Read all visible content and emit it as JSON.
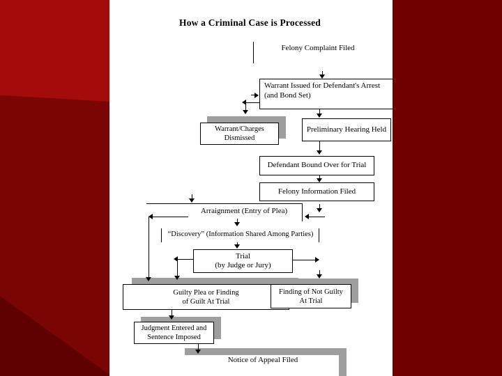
{
  "title": "How a Criminal Case is Processed",
  "nodes": {
    "felony_complaint": {
      "text": "Felony Complaint Filed"
    },
    "warrant": {
      "text": "Warrant Issued for Defendant's Arrest\n(and Bond Set)"
    },
    "dismissed": {
      "text": "Warrant/Charges\nDismissed"
    },
    "preliminary": {
      "text": "Preliminary Hearing Held"
    },
    "bound_over": {
      "text": "Defendant Bound Over for Trial"
    },
    "felony_info": {
      "text": "Felony Information Filed"
    },
    "arraignment": {
      "text": "Arraignment (Entry of Plea)"
    },
    "discovery": {
      "text": "“Discovery” (Information Shared Among Parties)"
    },
    "trial": {
      "text": "Trial\n(by Judge or Jury)"
    },
    "guilty": {
      "text": "Guilty Plea or Finding\nof Guilt At Trial"
    },
    "not_guilty": {
      "text": "Finding of Not Guilty\nAt Trial"
    },
    "judgment": {
      "text": "Judgment Entered and\nSentence Imposed"
    },
    "appeal": {
      "text": "Notice of Appeal Filed"
    }
  },
  "colors": {
    "left_band_bright": "#a40c0c",
    "left_band_dark": "#7a0505",
    "left_band_bottom": "#5f0101",
    "right_band": "#700000",
    "shadow_gray": "#9e9e9e",
    "slide_background": "#ffffff",
    "text": "#000000"
  }
}
